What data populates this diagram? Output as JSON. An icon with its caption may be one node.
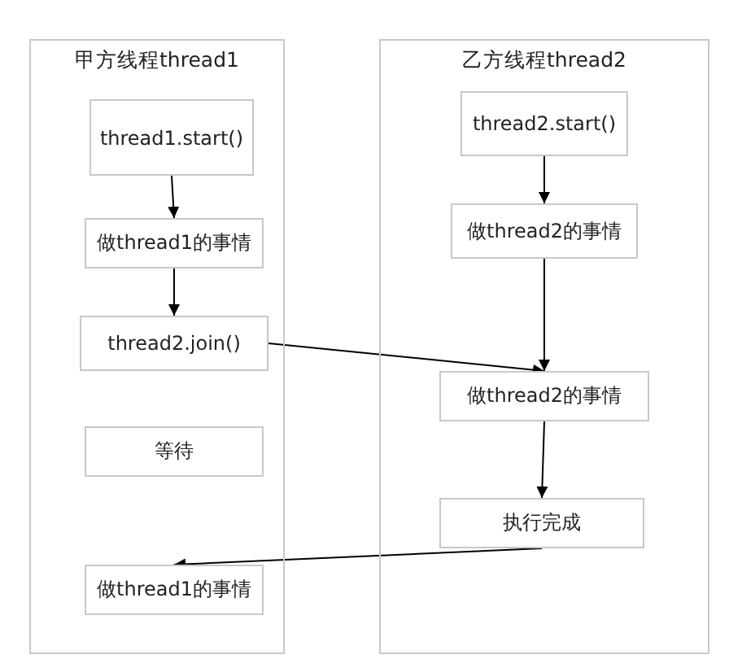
{
  "diagram": {
    "nodes": [
      {
        "text": [
          "甲方线程thread1"
        ]
      },
      {
        "text": [
          "thread1.start()"
        ],
        "in": 0
      },
      {
        "text": [
          "做thread1的事情"
        ],
        "in": 0
      },
      {
        "text": [
          "thread2.join()"
        ],
        "in": 0
      },
      {
        "text": [
          "等待"
        ],
        "in": 0
      },
      {
        "text": [
          "做thread1的事情"
        ],
        "in": 0
      },
      {
        "text": [
          "乙方线程thread2"
        ]
      },
      {
        "text": [
          "thread2.start()"
        ],
        "in": 6
      },
      {
        "text": [
          "做thread2的事情"
        ],
        "in": 6
      },
      {
        "text": [
          "做thread2的事情"
        ],
        "in": 6
      },
      {
        "text": [
          "执行完成"
        ],
        "in": 6
      }
    ],
    "edges": [
      {
        "from": 1,
        "to": 2,
        "arrow": "to"
      },
      {
        "from": 2,
        "to": 3,
        "arrow": "to"
      },
      {
        "from": 3,
        "to": 9,
        "arrow": "to"
      },
      {
        "from": 7,
        "to": 8,
        "arrow": "to"
      },
      {
        "from": 8,
        "to": 9,
        "arrow": "to"
      },
      {
        "from": 9,
        "to": 10,
        "arrow": "to"
      },
      {
        "from": 10,
        "to": 5,
        "arrow": "to"
      }
    ]
  }
}
